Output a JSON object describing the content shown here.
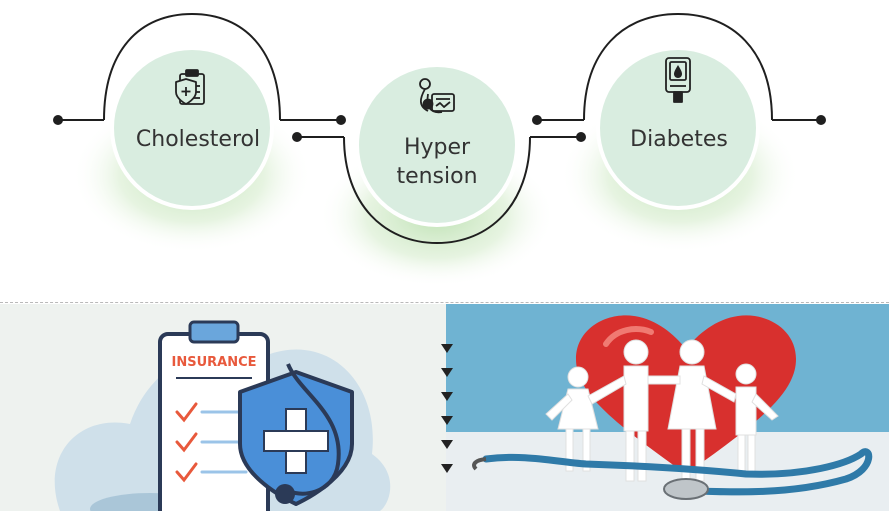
{
  "nodes": [
    {
      "id": "cholesterol",
      "lines": [
        "Cholesterol"
      ],
      "icon": "shield-clipboard-icon"
    },
    {
      "id": "hypertension",
      "lines": [
        "Hyper",
        "tension"
      ],
      "icon": "blood-pressure-monitor-icon"
    },
    {
      "id": "diabetes",
      "lines": [
        "Diabetes"
      ],
      "icon": "glucose-meter-icon"
    }
  ],
  "insurance_card": {
    "title": "INSURANCE",
    "icon": "insurance-clipboard-shield-icon"
  },
  "right_photo": {
    "icon": "heart-family-stethoscope-illustration"
  },
  "colors": {
    "node_fill": "#d9ede0",
    "node_glow": "#a8d79a",
    "line": "#1f1f1f",
    "left_panel_bg": "#eef2ef",
    "right_panel_bg": "#6fb3d2",
    "heart": "#d8302e",
    "shield": "#4a8fd8",
    "insurance_text": "#e8593c"
  }
}
